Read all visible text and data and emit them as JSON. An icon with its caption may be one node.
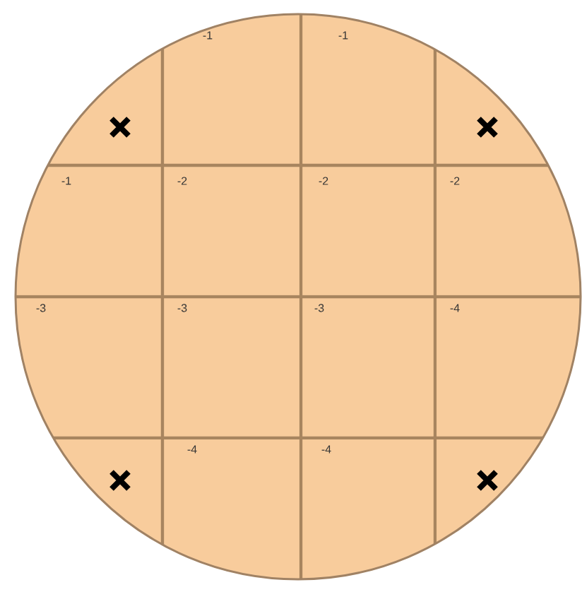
{
  "diagram": {
    "labels": [
      "-1",
      "-1",
      "-1",
      "-2",
      "-2",
      "-2",
      "-3",
      "-3",
      "-3",
      "-4",
      "-4",
      "-4"
    ]
  }
}
